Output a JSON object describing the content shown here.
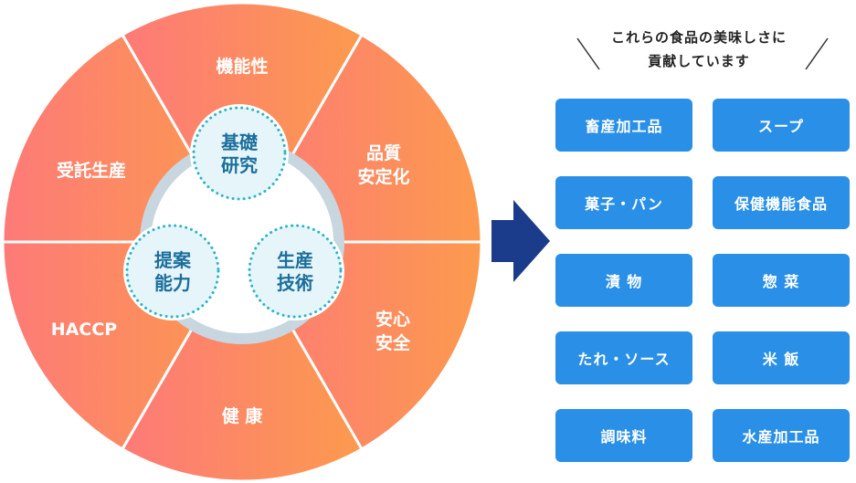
{
  "wheel": {
    "segments": [
      "機能性",
      "品質\n安定化",
      "安心\n安全",
      "健 康",
      "HACCP",
      "受託生産"
    ],
    "core": [
      "基礎\n研究",
      "生産\n技術",
      "提案\n能力"
    ],
    "colors": {
      "segment_light": "#fd7a78",
      "segment_dark": "#fc9a4e",
      "hub": "#c8d6df",
      "circle_fill": "#e6f5fa",
      "circle_dots": "#2cb5c7",
      "circle_text": "#1b6f9c"
    }
  },
  "arrow": {
    "icon": "arrow-right-icon",
    "color": "#1a3c8a"
  },
  "caption": {
    "line1": "これらの食品の美味しさに",
    "line2": "貢献しています"
  },
  "products": [
    "畜産加工品",
    "スープ",
    "菓子・パン",
    "保健機能食品",
    "漬 物",
    "惣 菜",
    "たれ・ソース",
    "米 飯",
    "調味料",
    "水産加工品"
  ],
  "tile_color": "#2a8fe6"
}
